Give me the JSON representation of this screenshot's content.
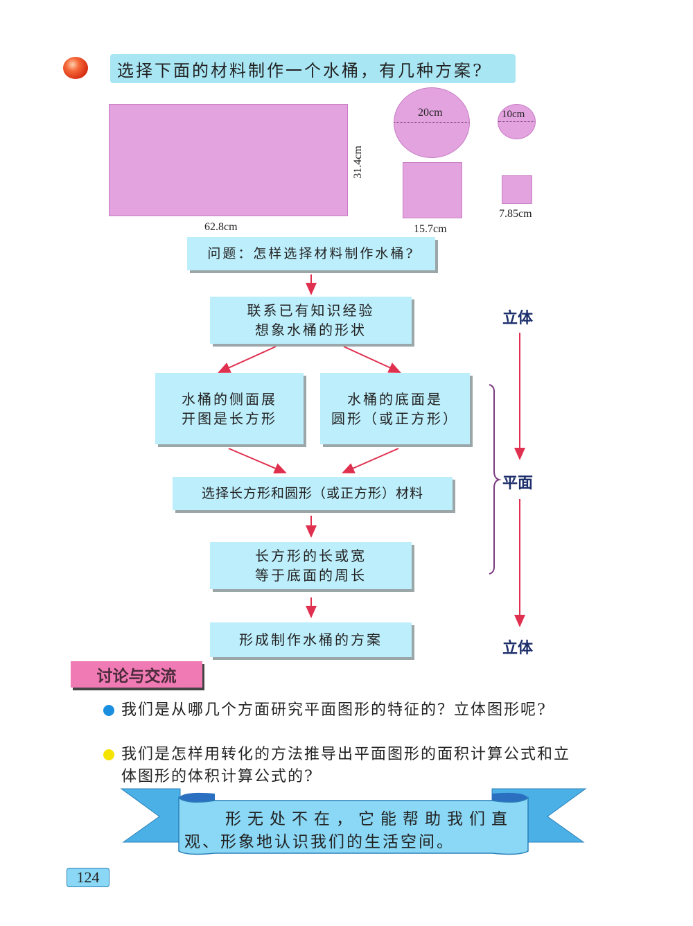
{
  "header": {
    "question": "选择下面的材料制作一个水桶，有几种方案?"
  },
  "materials": {
    "rect_length": "62.8cm",
    "rect_width": "31.4cm",
    "big_circle_diameter": "20cm",
    "big_square_side": "15.7cm",
    "small_circle_diameter": "10cm",
    "small_square_side": "7.85cm"
  },
  "flow": {
    "problem": "问题：怎样选择材料制作水桶?",
    "step1": [
      "联系已有知识经验",
      "想象水桶的形状"
    ],
    "step2_left": [
      "水桶的侧面展",
      "开图是长方形"
    ],
    "step2_right": [
      "水桶的底面是",
      "圆形（或正方形）"
    ],
    "step3": "选择长方形和圆形（或正方形）材料",
    "step4": [
      "长方形的长或宽",
      "等于底面的周长"
    ],
    "step5": "形成制作水桶的方案"
  },
  "side_labels": {
    "top": "立体",
    "middle": "平面",
    "bottom": "立体"
  },
  "discussion": {
    "title": "讨论与交流",
    "items": [
      {
        "text": "我们是从哪几个方面研究平面图形的特征的？立体图形呢?",
        "bullet_color": "#1a8fe0"
      },
      {
        "text": "我们是怎样用转化的方法推导出平面图形的面积计算公式和立体图形的体积计算公式的?",
        "bullet_color": "#f5e400"
      }
    ]
  },
  "ribbon": {
    "line1": "形无处不在，它能帮助我们直",
    "line2": "观、形象地认识我们的生活空间。"
  },
  "page_number": "124"
}
